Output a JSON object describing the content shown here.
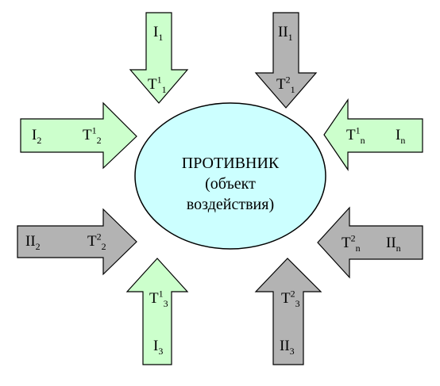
{
  "colors": {
    "green_fill": "#ccffcc",
    "gray_fill": "#b3b3b3",
    "ellipse_fill": "#ccffff",
    "stroke": "#000000"
  },
  "center": {
    "line1": "ПРОТИВНИК",
    "line2": "(объект",
    "line3": "воздействия)"
  },
  "arrows": {
    "top_left": {
      "i_main": "I",
      "i_sub": "1",
      "t_main": "T",
      "t_sup": "1",
      "t_sub": "1"
    },
    "top_right": {
      "i_main": "II",
      "i_sub": "1",
      "t_main": "T",
      "t_sup": "2",
      "t_sub": "1"
    },
    "mid_left": {
      "i_main": "I",
      "i_sub": "2",
      "t_main": "T",
      "t_sup": "1",
      "t_sub": "2"
    },
    "mid_right": {
      "i_main": "I",
      "i_sub": "n",
      "t_main": "T",
      "t_sup": "1",
      "t_sub": "n"
    },
    "low_left": {
      "i_main": "II",
      "i_sub": "2",
      "t_main": "T",
      "t_sup": "2",
      "t_sub": "2"
    },
    "low_right": {
      "i_main": "II",
      "i_sub": "n",
      "t_main": "T",
      "t_sup": "2",
      "t_sub": "n"
    },
    "bottom_left": {
      "i_main": "I",
      "i_sub": "3",
      "t_main": "T",
      "t_sup": "1",
      "t_sub": "3"
    },
    "bottom_right": {
      "i_main": "II",
      "i_sub": "3",
      "t_main": "T",
      "t_sup": "2",
      "t_sub": "3"
    }
  }
}
